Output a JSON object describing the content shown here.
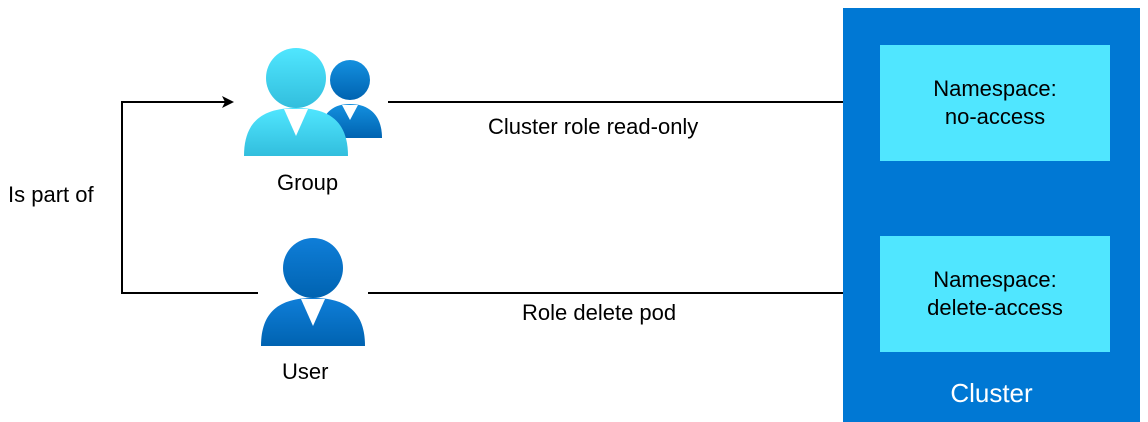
{
  "colors": {
    "cluster_fill": "#0078d4",
    "namespace_fill": "#50e6ff",
    "group_primary": "#32bedd",
    "user_primary": "#0078d4",
    "arrow": "#000000"
  },
  "nodes": {
    "group": {
      "label": "Group",
      "icon": "group-icon"
    },
    "user": {
      "label": "User",
      "icon": "user-icon"
    },
    "cluster": {
      "label": "Cluster",
      "namespaces": [
        {
          "line1": "Namespace:",
          "line2": "no-access"
        },
        {
          "line1": "Namespace:",
          "line2": "delete-access"
        }
      ]
    }
  },
  "edges": {
    "membership": "Is part of",
    "group_role": "Cluster role read-only",
    "user_role": "Role delete pod"
  }
}
